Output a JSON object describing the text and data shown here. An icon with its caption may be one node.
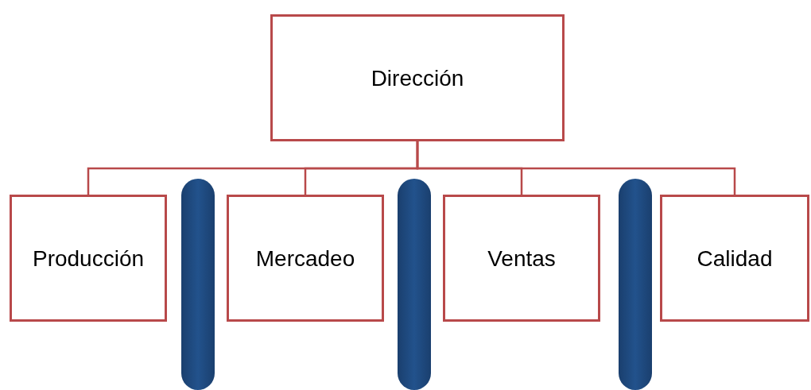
{
  "diagram": {
    "nodes": [
      {
        "text": [
          "Dirección"
        ]
      },
      {
        "text": [
          "Producción"
        ]
      },
      {
        "text": [
          "Mercadeo"
        ]
      },
      {
        "text": [
          "Ventas"
        ]
      },
      {
        "text": [
          "Calidad"
        ]
      },
      {
        "text": [],
        "shape": "bar"
      },
      {
        "text": [],
        "shape": "bar"
      },
      {
        "text": [],
        "shape": "bar"
      }
    ],
    "edges": [
      {
        "from": 0,
        "to": 1,
        "arrow": "none"
      },
      {
        "from": 0,
        "to": 2,
        "arrow": "none"
      },
      {
        "from": 0,
        "to": 3,
        "arrow": "none"
      },
      {
        "from": 0,
        "to": 4,
        "arrow": "none"
      }
    ]
  }
}
